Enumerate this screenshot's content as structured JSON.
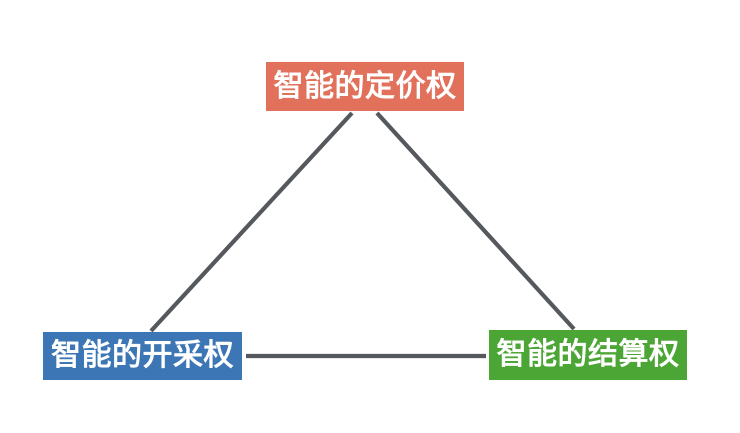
{
  "diagram": {
    "type": "triangle-relationship",
    "background_color": "#ffffff",
    "connector_color": "#55585c",
    "connector_width": 4,
    "nodes": [
      {
        "id": "top",
        "label": "智能的定价权",
        "color": "#e2715c",
        "text_color": "#ffffff",
        "position": "top-apex"
      },
      {
        "id": "bottom-left",
        "label": "智能的开采权",
        "color": "#3c76b4",
        "text_color": "#ffffff",
        "position": "bottom-left"
      },
      {
        "id": "bottom-right",
        "label": "智能的结算权",
        "color": "#4ca635",
        "text_color": "#ffffff",
        "position": "bottom-right"
      }
    ],
    "connectors": [
      {
        "id": "top-to-left",
        "from": "top",
        "to": "bottom-left"
      },
      {
        "id": "top-to-right",
        "from": "top",
        "to": "bottom-right"
      },
      {
        "id": "left-to-right",
        "from": "bottom-left",
        "to": "bottom-right"
      }
    ]
  }
}
